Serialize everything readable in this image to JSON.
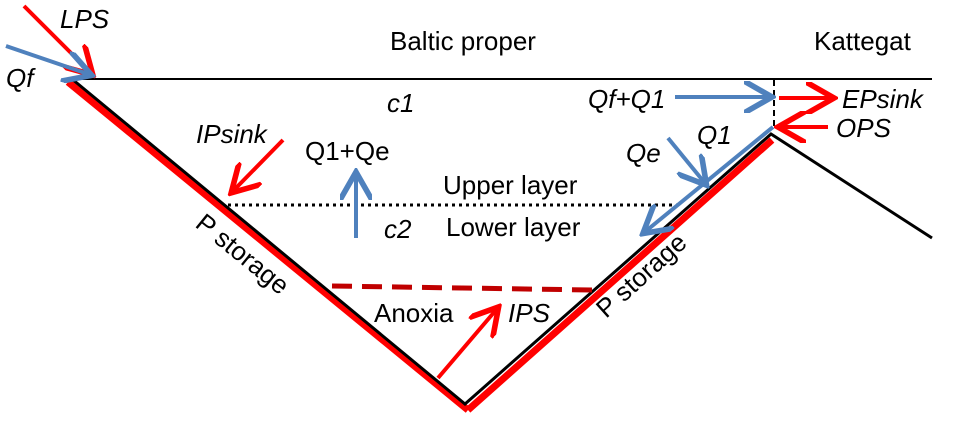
{
  "labels": {
    "lps": "LPS",
    "qf": "Qf",
    "baltic_proper": "Baltic proper",
    "kattegat": "Kattegat",
    "c1": "c1",
    "qf_q1": "Qf+Q1",
    "epsink": "EPsink",
    "ipsink": "IPsink",
    "q1_qe": "Q1+Qe",
    "qe": "Qe",
    "q1": "Q1",
    "ops": "OPS",
    "upper_layer": "Upper layer",
    "lower_layer": "Lower layer",
    "c2": "c2",
    "p_storage_left": "P storage",
    "p_storage_right": "P storage",
    "anoxia": "Anoxia",
    "ips": "IPS"
  },
  "colors": {
    "red": "#ff0000",
    "blue": "#4f81bd",
    "dark_red": "#c00000",
    "black": "#000000"
  }
}
